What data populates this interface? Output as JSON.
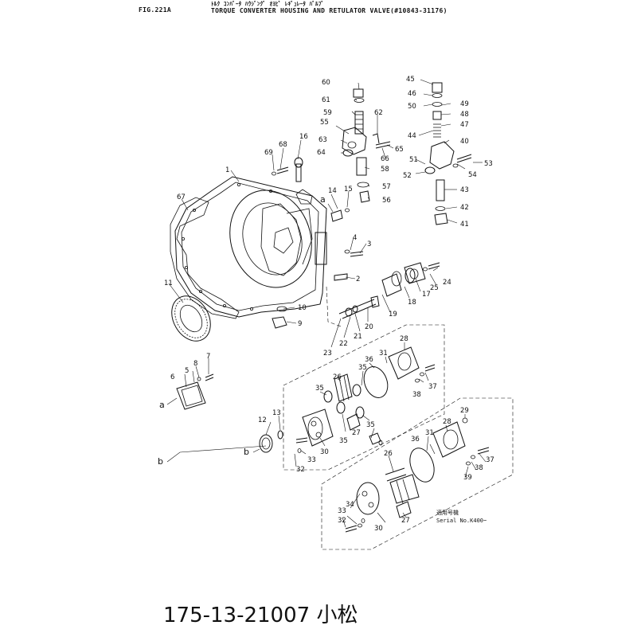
{
  "header": {
    "fig": "FIG.221A",
    "jp_title": "ﾄﾙｸ ｺﾝﾊﾞｰﾀ ﾊｳｼﾞﾝｸﾞ ｵﾖﾋﾞ ﾚｷﾞｭﾚｰﾀ ﾊﾞﾙﾌﾞ",
    "title": "TORQUE CONVERTER HOUSING AND RETULATOR VALVE(#10843-31176)"
  },
  "labels": {
    "l1": "1",
    "l2": "2",
    "l3": "3",
    "l4": "4",
    "l5": "5",
    "l6": "6",
    "l7": "7",
    "l8": "8",
    "l9": "9",
    "l10": "10",
    "l11": "11",
    "l12": "12",
    "l13": "13",
    "l14": "14",
    "l15": "15",
    "l16": "16",
    "l17": "17",
    "l18": "18",
    "l19": "19",
    "l20": "20",
    "l21": "21",
    "l22": "22",
    "l23": "23",
    "l24": "24",
    "l25": "25",
    "l26a": "26",
    "l26b": "26",
    "l27a": "27",
    "l27b": "27",
    "l28a": "28",
    "l28b": "28",
    "l29": "29",
    "l30a": "30",
    "l30b": "30",
    "l31a": "31",
    "l31b": "31",
    "l32a": "32",
    "l32b": "32",
    "l33a": "33",
    "l33b": "33",
    "l34": "34",
    "l35a": "35",
    "l35b": "35",
    "l35c": "35",
    "l35d": "35",
    "l36a": "36",
    "l36b": "36",
    "l37a": "37",
    "l37b": "37",
    "l38a": "38",
    "l38b": "38",
    "l39": "39",
    "l40": "40",
    "l41": "41",
    "l42": "42",
    "l43": "43",
    "l44": "44",
    "l45": "45",
    "l46": "46",
    "l47": "47",
    "l48": "48",
    "l49": "49",
    "l50": "50",
    "l51": "51",
    "l52": "52",
    "l53": "53",
    "l54": "54",
    "l55": "55",
    "l56": "56",
    "l57": "57",
    "l58": "58",
    "l59": "59",
    "l60": "60",
    "l61": "61",
    "l62": "62",
    "l63": "63",
    "l64": "64",
    "l65": "65",
    "l66": "66",
    "l67": "67",
    "l68": "68",
    "l69": "69",
    "ref_a1": "a",
    "ref_a2": "a",
    "ref_b1": "b",
    "ref_b2": "b"
  },
  "serial_note": {
    "jp": "適用号機",
    "text": "Serial No.K400~"
  },
  "caption": "175-13-21007 小松"
}
